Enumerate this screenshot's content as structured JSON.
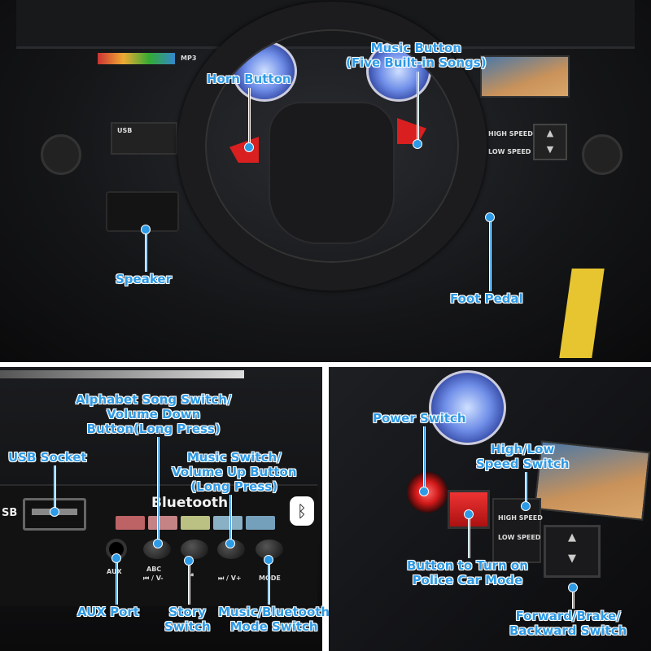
{
  "top_panel": {
    "labels": {
      "horn_button": "Horn Button",
      "music_button_line1": "Music Button",
      "music_button_line2": "(Five Built-in Songs)",
      "speaker": "Speaker",
      "foot_pedal": "Foot Pedal"
    },
    "dash_text": {
      "mp3": "MP3",
      "usb": "USB",
      "high_speed": "HIGH SPEED",
      "low_speed": "LOW SPEED"
    }
  },
  "bottom_left_panel": {
    "labels": {
      "alphabet_line1": "Alphabet Song Switch/",
      "alphabet_line2": "Volume Down",
      "alphabet_line3": "Button(Long Press)",
      "usb_socket": "USB Socket",
      "music_switch_line1": "Music Switch/",
      "music_switch_line2": "Volume Up Button",
      "music_switch_line3": "(Long Press)",
      "aux_port": "AUX Port",
      "story_line1": "Story",
      "story_line2": "Switch",
      "mode_line1": "Music/Bluetooth",
      "mode_line2": "Mode Switch"
    },
    "panel_text": {
      "sb": "SB",
      "bluetooth": "Bluetooth",
      "aux": "AUX",
      "abc": "ABC",
      "vol_down": "⏮ / V-",
      "story": "⏯",
      "vol_up": "⏭ / V+",
      "mode": "MODE"
    },
    "led_colors": [
      "#e8777a",
      "#f2a0a4",
      "#e6eea0",
      "#a8d8f2",
      "#8fc4e6"
    ]
  },
  "bottom_right_panel": {
    "labels": {
      "power_switch": "Power Switch",
      "high_low_line1": "High/Low",
      "high_low_line2": "Speed Switch",
      "police_line1": "Button to Turn on",
      "police_line2": "Police Car Mode",
      "fwd_line1": "Forward/Brake/",
      "fwd_line2": "Backward Switch"
    },
    "panel_text": {
      "high_speed": "HIGH SPEED",
      "low_speed": "LOW SPEED"
    }
  },
  "colors": {
    "label": "#2d9ae6",
    "background": "#0d0d0f",
    "accent_red": "#d91f1f"
  }
}
